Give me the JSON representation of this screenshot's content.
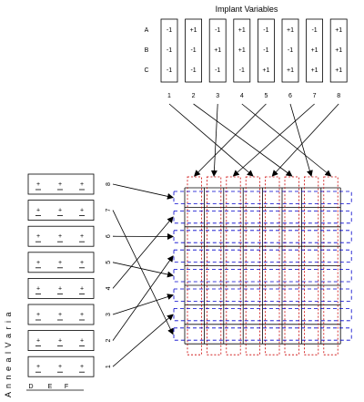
{
  "implant": {
    "title": "Implant Variables",
    "row_labels": [
      "A",
      "B",
      "C"
    ],
    "columns": [
      {
        "number": "1",
        "values": [
          "-1",
          "-1",
          "-1"
        ]
      },
      {
        "number": "2",
        "values": [
          "+1",
          "-1",
          "-1"
        ]
      },
      {
        "number": "3",
        "values": [
          "-1",
          "+1",
          "-1"
        ]
      },
      {
        "number": "4",
        "values": [
          "+1",
          "+1",
          "-1"
        ]
      },
      {
        "number": "5",
        "values": [
          "-1",
          "-1",
          "+1"
        ]
      },
      {
        "number": "6",
        "values": [
          "+1",
          "-1",
          "+1"
        ]
      },
      {
        "number": "7",
        "values": [
          "-1",
          "+1",
          "+1"
        ]
      },
      {
        "number": "8",
        "values": [
          "+1",
          "+1",
          "+1"
        ]
      }
    ]
  },
  "anneal": {
    "title": "A n n e a l V a r i a",
    "column_labels": [
      "D",
      "E",
      "F"
    ],
    "row_numbers": [
      "8",
      "7",
      "6",
      "5",
      "4",
      "3",
      "2",
      "1"
    ],
    "rows": [
      {
        "values": [
          "+",
          "+",
          "+"
        ]
      },
      {
        "values": [
          "+",
          "+",
          "+"
        ]
      },
      {
        "values": [
          "+",
          "+",
          "+"
        ]
      },
      {
        "values": [
          "+",
          "+",
          "+"
        ]
      },
      {
        "values": [
          "+",
          "+",
          "+"
        ]
      },
      {
        "values": [
          "+",
          "+",
          "+"
        ]
      },
      {
        "values": [
          "+",
          "+",
          "+"
        ]
      },
      {
        "values": [
          "+",
          "+",
          "+"
        ]
      }
    ]
  },
  "wiring": {
    "implant_to_grid_column": [
      4,
      6,
      2,
      8,
      1,
      7,
      3,
      5
    ],
    "anneal_to_grid_row": [
      1,
      8,
      3,
      5,
      2,
      6,
      4,
      7
    ]
  },
  "colors": {
    "grid_line": "#000000",
    "column_outline": "#cc0000",
    "row_outline": "#0000cc"
  }
}
